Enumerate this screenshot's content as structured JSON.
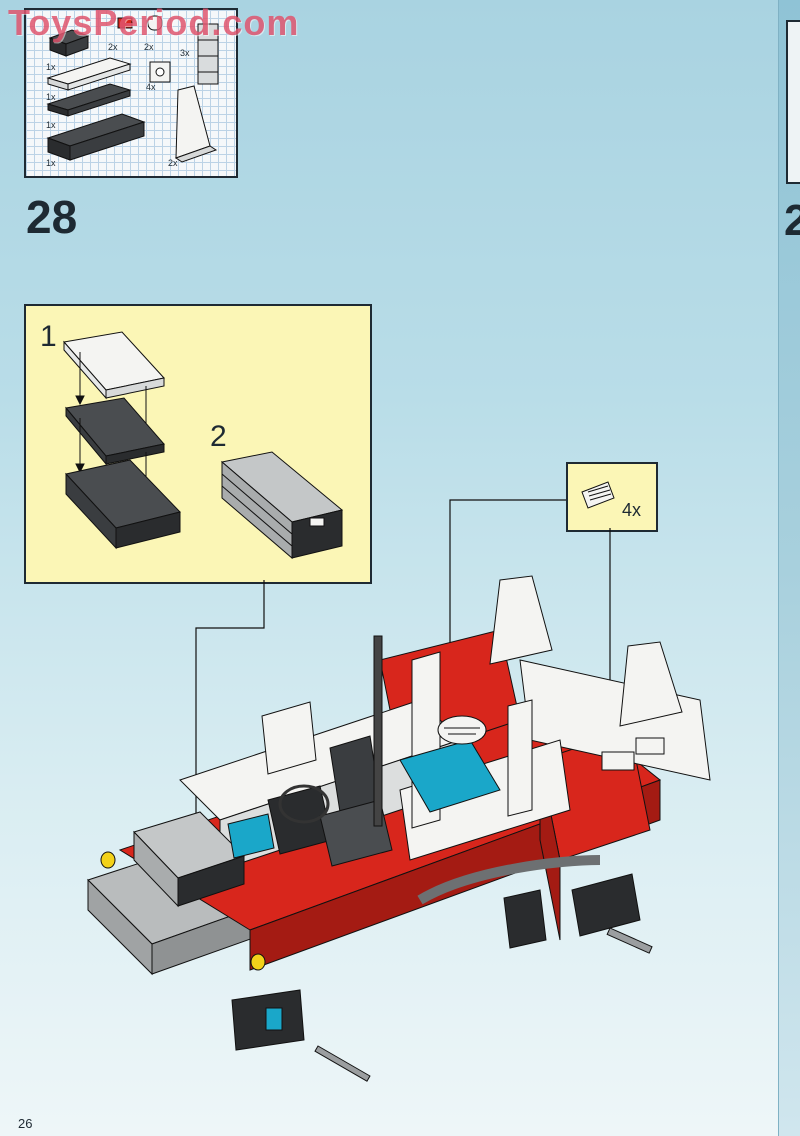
{
  "watermark": "ToysPeriod.com",
  "parts_list": {
    "quantities": [
      "2x",
      "2x",
      "3x",
      "1x",
      "4x",
      "1x",
      "1x",
      "1x",
      "2x"
    ]
  },
  "step": {
    "number": "28"
  },
  "subassembly": {
    "step1": "1",
    "step2": "2"
  },
  "callout": {
    "quantity": "4x"
  },
  "next_page": {
    "step_number": "2"
  },
  "page": {
    "number": "26"
  },
  "colors": {
    "brick_red": "#d8261c",
    "brick_white": "#f4f4f2",
    "brick_black": "#2a2c2e",
    "brick_grey": "#b9bcbd",
    "brick_teal": "#1aa7c9",
    "sub_panel": "#fbf6b6"
  }
}
